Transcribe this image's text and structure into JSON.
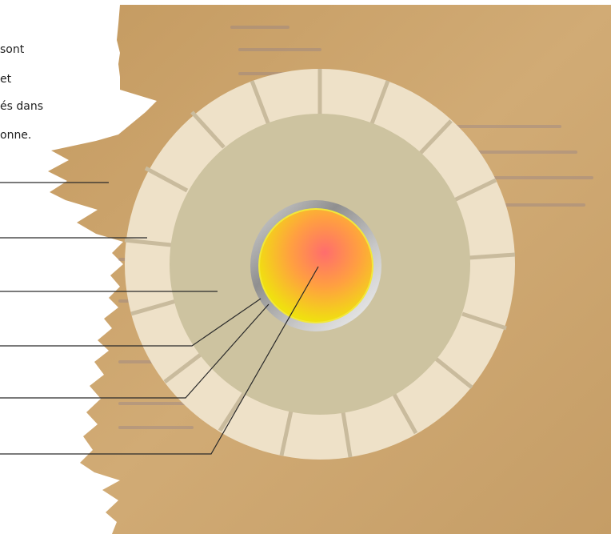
{
  "caption": {
    "lines": [
      "sont",
      "et",
      "és dans",
      "onne."
    ]
  },
  "colors": {
    "background_paper": "#cba56f",
    "paper_text_glyph": "#8a7b8c",
    "outer_ring": "#eee1c8",
    "outer_ring_seam": "#c9bb9d",
    "middle_disc": "#cdc3a0",
    "inner_disc": "#b9ae8d",
    "cladding": "#a6a6a6",
    "fuel_hot": "#ff6d6d",
    "fuel_warm": "#ffa040",
    "fuel_edge": "#f0e010",
    "leader_line": "#2a2a2a"
  },
  "icons": {
    "core_cross_section": "reactor-fuel-cross-section-icon"
  }
}
